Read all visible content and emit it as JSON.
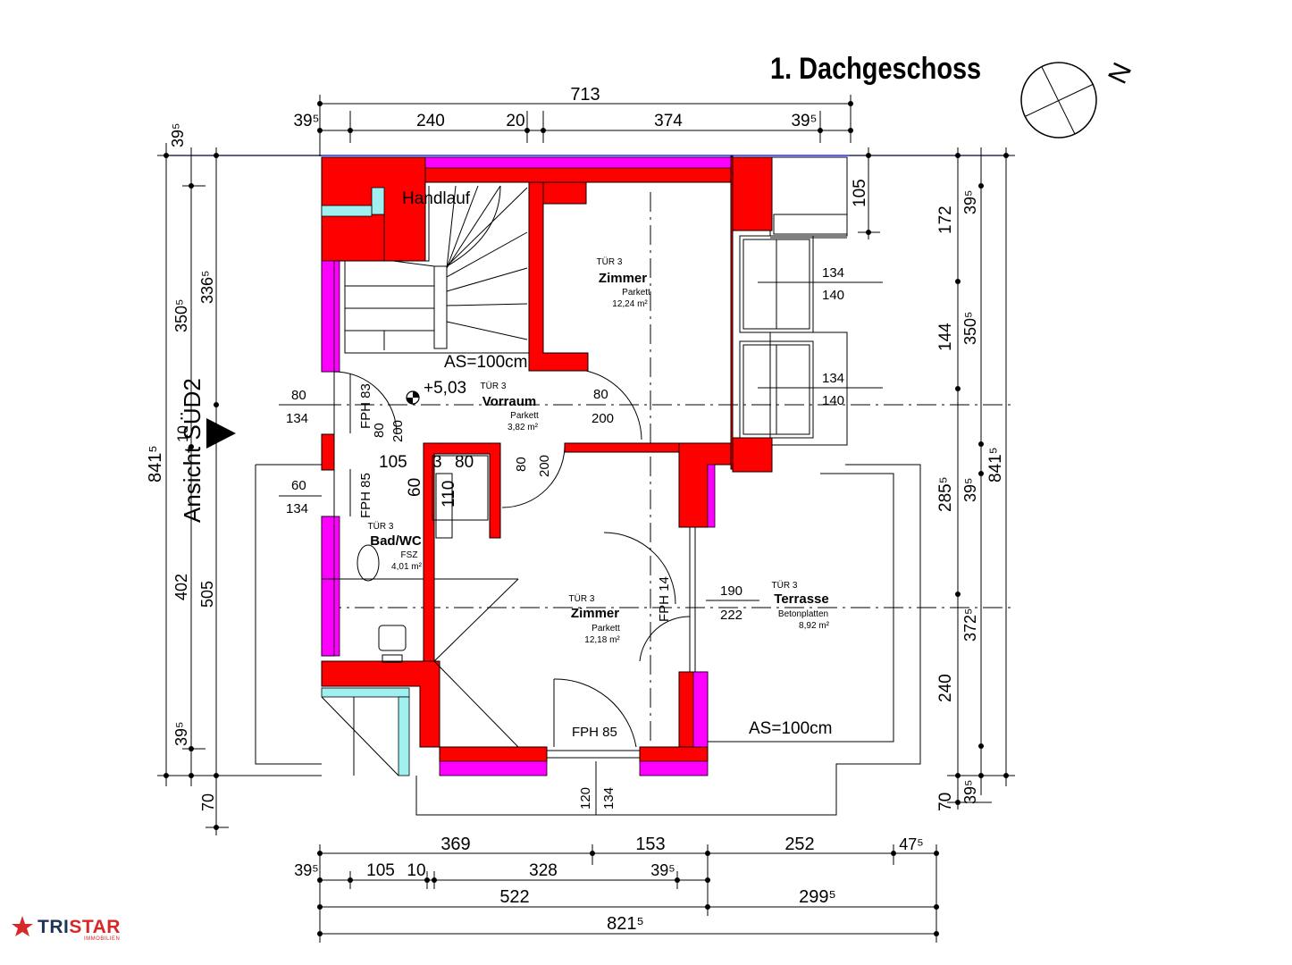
{
  "plan": {
    "title": "1. Dachgeschoss",
    "north_label": "N",
    "view_label": "Ansicht SÜD2",
    "view_label_overlay": "10",
    "handrail_label": "Handlauf",
    "clear_height_stair": "AS=100cm",
    "clear_height_terrace": "AS=100cm",
    "level": "+5,03"
  },
  "rooms": [
    {
      "unit": "TÜR 3",
      "name": "Zimmer",
      "floor": "Parkett",
      "area": "12,24 m²"
    },
    {
      "unit": "TÜR 3",
      "name": "Vorraum",
      "floor": "Parkett",
      "area": "3,82 m²"
    },
    {
      "unit": "TÜR 3",
      "name": "Bad/WC",
      "floor": "FSZ",
      "area": "4,01 m²"
    },
    {
      "unit": "TÜR 3",
      "name": "Zimmer",
      "floor": "Parkett",
      "area": "12,18 m²"
    },
    {
      "unit": "TÜR 3",
      "name": "Terrasse",
      "floor": "Betonplatten",
      "area": "8,92 m²"
    }
  ],
  "dimensions": {
    "top_total": "713",
    "top_row": [
      "39⁵",
      "240",
      "20",
      "374",
      "39⁵"
    ],
    "left_outer": [
      "39⁵",
      "841⁵",
      "70"
    ],
    "left_inner": [
      "350⁵",
      "402",
      "39⁵"
    ],
    "left_third": [
      "336⁵",
      "505"
    ],
    "right_inner": [
      "105",
      "172",
      "144",
      "285⁵",
      "240",
      "70"
    ],
    "right_mid": [
      "39⁵",
      "350⁵",
      "39⁵",
      "372⁵",
      "39⁵"
    ],
    "right_outer": "841⁵",
    "bottom_row1": [
      "369",
      "153",
      "252",
      "47⁵"
    ],
    "bottom_row2": [
      "39⁵",
      "105",
      "10",
      "328",
      "39⁵"
    ],
    "bottom_row3": [
      "522",
      "299⁵"
    ],
    "bottom_total": "821⁵"
  },
  "openings": {
    "window_top_1": [
      "134",
      "140"
    ],
    "window_top_2": [
      "134",
      "140"
    ],
    "door_vorraum_zimmer": [
      "80",
      "200"
    ],
    "door_left_1": [
      "80",
      "134"
    ],
    "door_left_2": [
      "60",
      "134"
    ],
    "fph_83": "FPH 83",
    "fph_85_left": "FPH 85",
    "fph_14": "FPH 14",
    "fph_85_bottom": "FPH 85",
    "terrace_door": [
      "190",
      "222"
    ],
    "bottom_window": [
      "120",
      "134"
    ],
    "bath_dims": [
      "105",
      "3",
      "80",
      "60",
      "110",
      "80",
      "200"
    ],
    "door_vorraum_lower": [
      "80",
      "200"
    ],
    "vert_200_left": "200",
    "vert_80_left": "80"
  },
  "logo": {
    "brand_a": "TRI",
    "brand_b": "STAR",
    "sub": "IMMOBILIEN"
  },
  "colors": {
    "wall": "#ff0000",
    "insulation": "#ff00ff",
    "glass": "#a0f0f0",
    "dim_line": "#000000",
    "axis": "#0000ff"
  }
}
